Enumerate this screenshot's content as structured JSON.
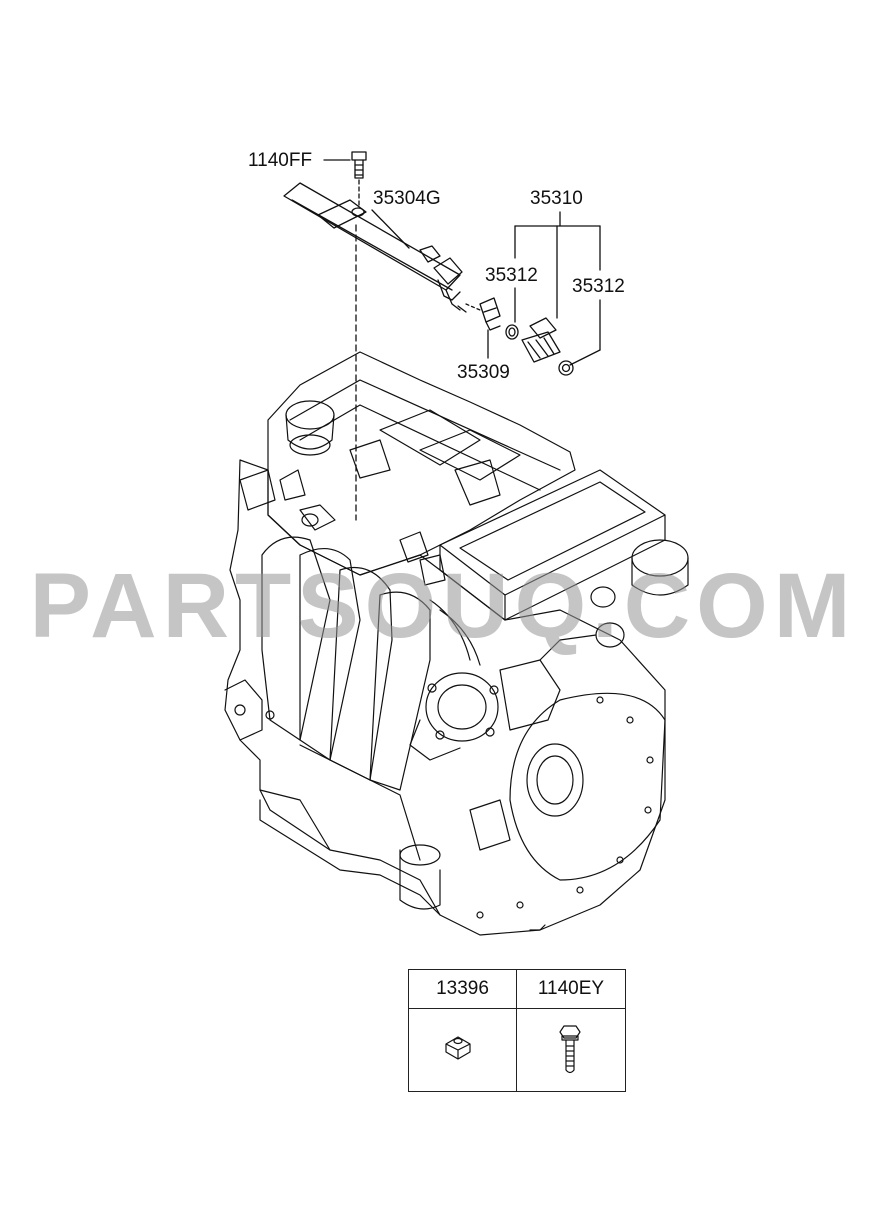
{
  "labels": {
    "bolt_top": "1140FF",
    "fuel_rail": "35304G",
    "injector_assy": "35310",
    "o_ring_left": "35312",
    "o_ring_right": "35312",
    "clip": "35309"
  },
  "watermark": "PARTSOUQ.COM",
  "parts_table": {
    "col1": "13396",
    "col2": "1140EY"
  }
}
